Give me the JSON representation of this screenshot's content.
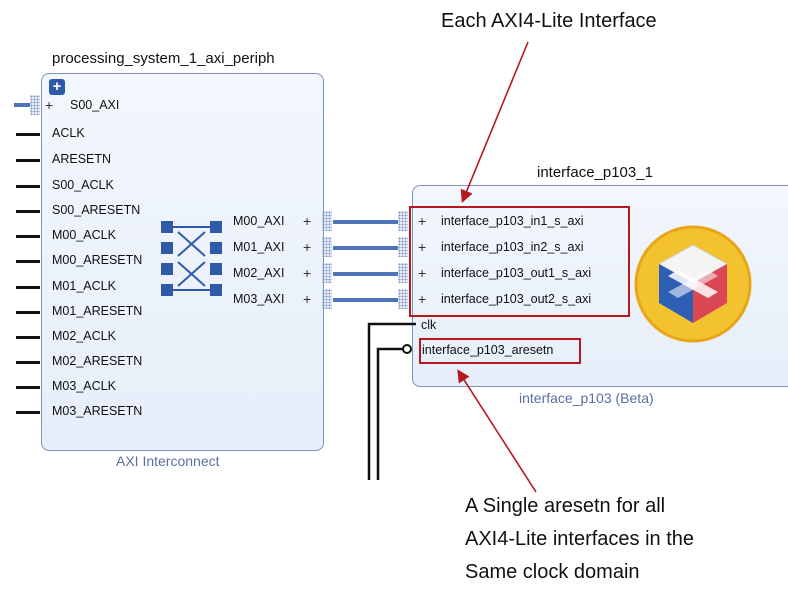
{
  "annotations": {
    "top": "Each AXI4-Lite Interface",
    "bottom_lines": [
      "A Single aresetn for all",
      "AXI4-Lite interfaces in the",
      "Same clock domain"
    ]
  },
  "axi_block": {
    "instance_name": "processing_system_1_axi_periph",
    "type_label": "AXI Interconnect",
    "plus_icon": "+",
    "left_ports": [
      "S00_AXI",
      "ACLK",
      "ARESETN",
      "S00_ACLK",
      "S00_ARESETN",
      "M00_ACLK",
      "M00_ARESETN",
      "M01_ACLK",
      "M01_ARESETN",
      "M02_ACLK",
      "M02_ARESETN",
      "M03_ACLK",
      "M03_ARESETN"
    ],
    "right_ports": [
      "M00_AXI",
      "M01_AXI",
      "M02_AXI",
      "M03_AXI"
    ]
  },
  "iface_block": {
    "instance_name": "interface_p103_1",
    "type_label": "interface_p103 (Beta)",
    "axi_ports": [
      "interface_p103_in1_s_axi",
      "interface_p103_in2_s_axi",
      "interface_p103_out1_s_axi",
      "interface_p103_out2_s_axi"
    ],
    "clk_port": "clk",
    "reset_port": "interface_p103_aresetn"
  },
  "colors": {
    "highlight": "#b3191d",
    "bus": "#4f74b8",
    "block_border": "#7f93b5"
  }
}
